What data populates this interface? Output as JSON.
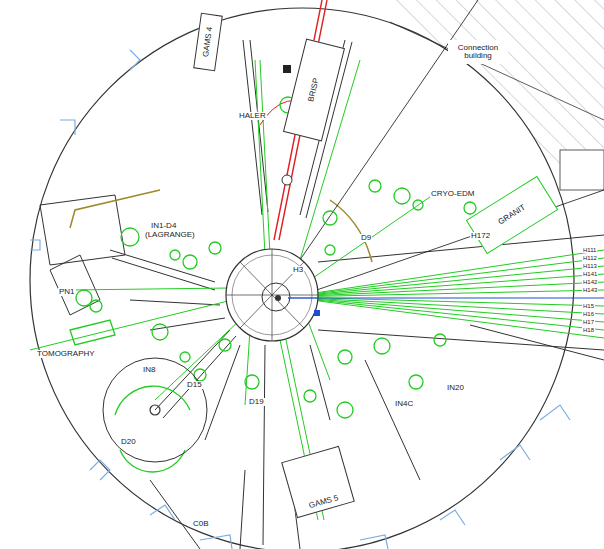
{
  "diagram": {
    "nodes": [
      {
        "text": [
          "Connection building"
        ]
      },
      {
        "text": [
          "GAMS 4"
        ]
      },
      {
        "text": [
          "BRISP"
        ]
      },
      {
        "text": [
          "GRANIT"
        ]
      },
      {
        "text": [
          "GAMS 5"
        ]
      }
    ],
    "labels": [
      "HALER",
      "CRYO-EDM",
      "H172",
      "D9",
      "H3",
      "IN1-D4",
      "(LAGRANGE)",
      "PN1",
      "TOMOGRAPHY",
      "IN8",
      "D15",
      "D20",
      "D19",
      "C0B",
      "IN20",
      "IN4C",
      "H111",
      "H112",
      "H113",
      "H141",
      "H142",
      "H143",
      "H15",
      "H16",
      "H17",
      "H18"
    ]
  }
}
